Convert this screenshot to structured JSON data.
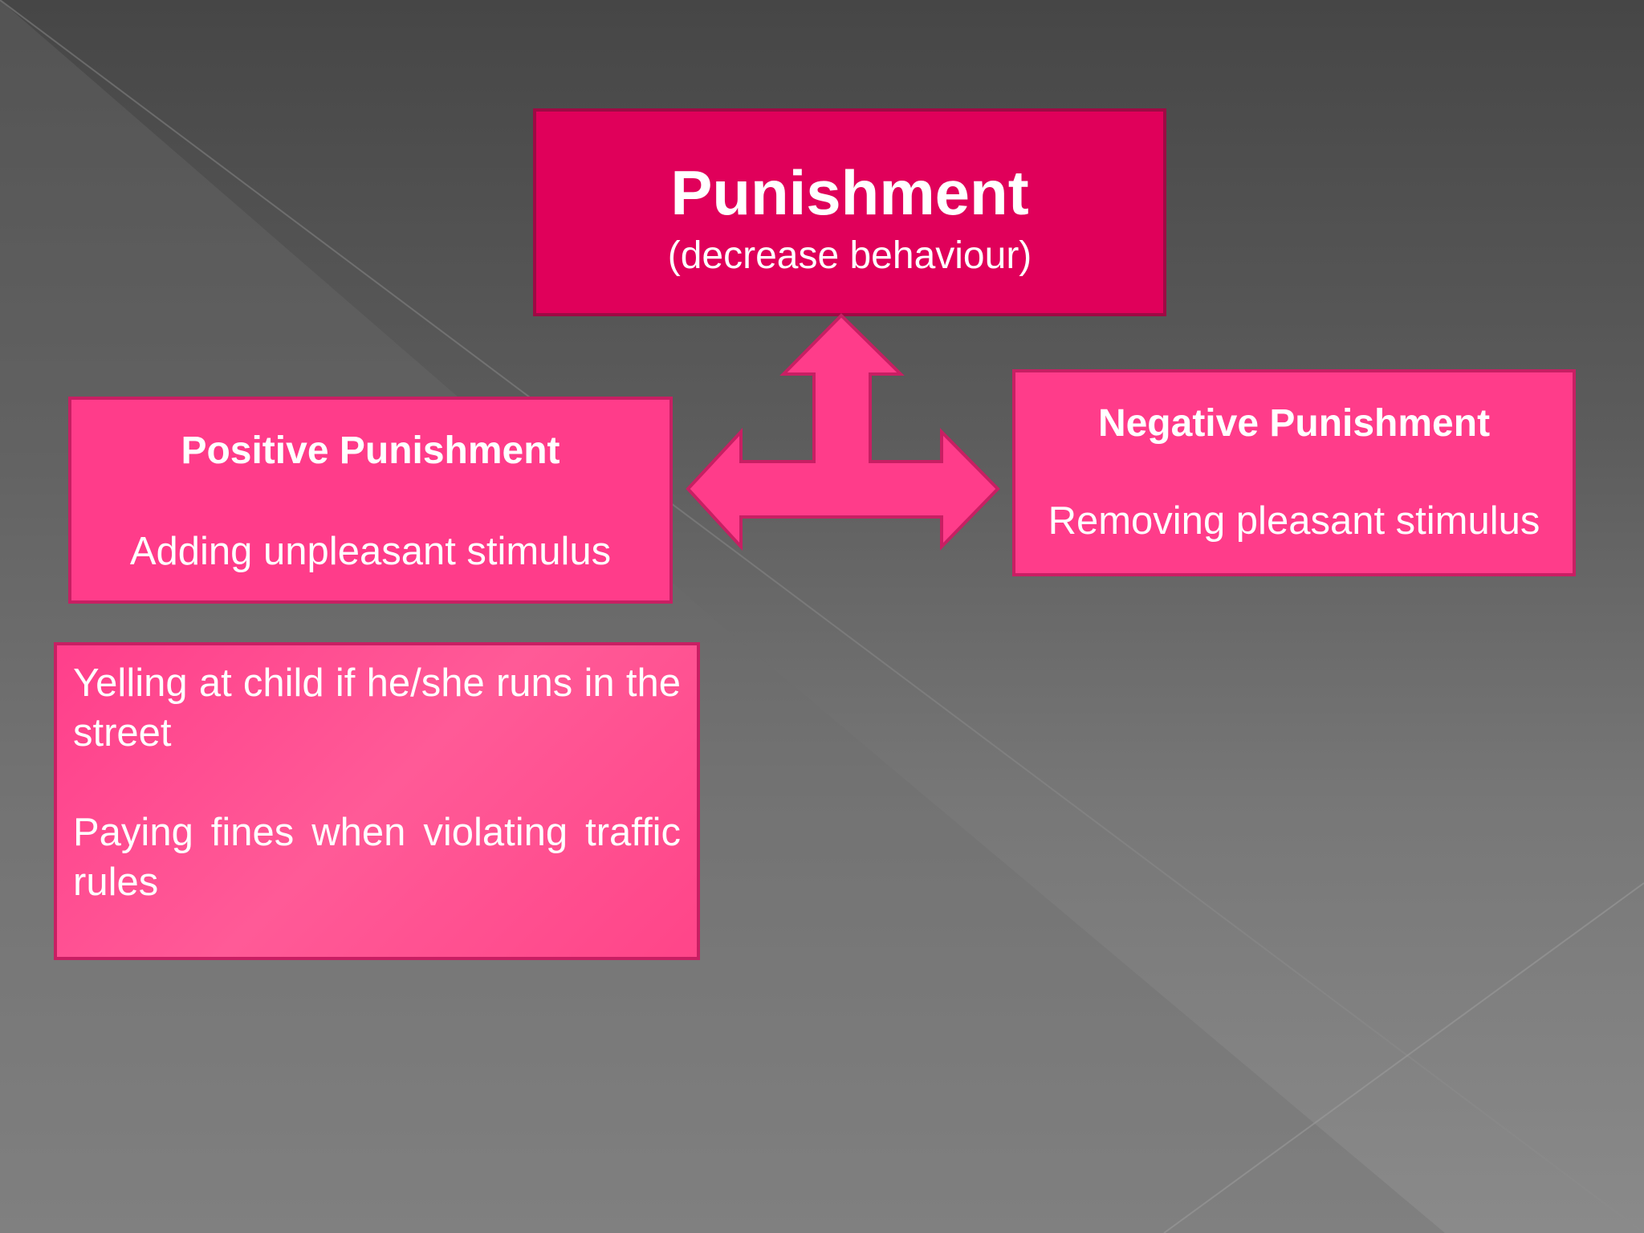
{
  "slide": {
    "title": "Punishment",
    "subtitle": "(decrease behaviour)",
    "positive": {
      "heading": "Positive Punishment",
      "description": "Adding unpleasant stimulus"
    },
    "negative": {
      "heading": "Negative Punishment",
      "description": "Removing pleasant stimulus"
    },
    "examples": [
      "Yelling at child if he/she runs in the street",
      "Paying fines when violating traffic rules"
    ]
  },
  "colors": {
    "title_fill": "#e0005a",
    "box_fill": "#ff3c8a",
    "box_border": "#c81f63",
    "arrow_fill": "#ff3c8a",
    "text": "#ffffff"
  },
  "icons": {
    "connector": "three-way-arrow-icon"
  }
}
